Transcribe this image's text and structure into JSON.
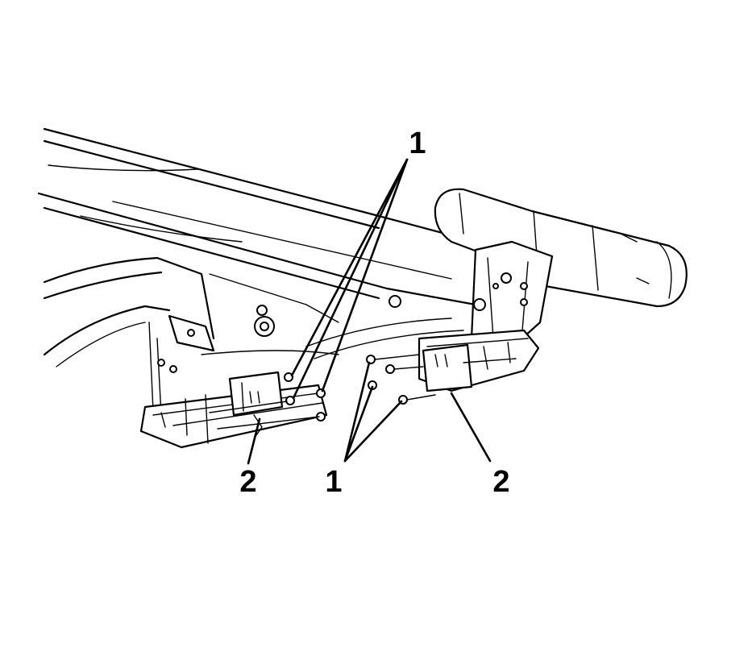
{
  "figure": {
    "background": "#ffffff",
    "line_color": "#000000"
  },
  "callouts": {
    "top_fastener_label": "1",
    "left_bracket_label": "2",
    "bottom_fastener_label": "1",
    "right_bracket_label": "2"
  }
}
